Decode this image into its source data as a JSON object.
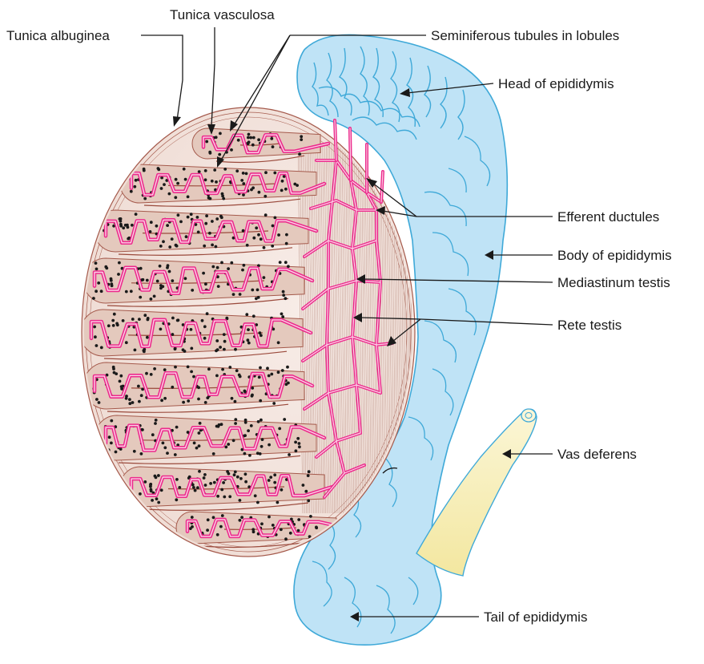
{
  "labels": {
    "tunica_albuginea": "Tunica albuginea",
    "tunica_vasculosa": "Tunica vasculosa",
    "seminiferous_tubules": "Seminiferous tubules in lobules",
    "head_of_epididymis": "Head of epididymis",
    "efferent_ductules": "Efferent ductules",
    "body_of_epididymis": "Body of epididymis",
    "mediastinum_testis": "Mediastinum testis",
    "rete_testis": "Rete testis",
    "vas_deferens": "Vas deferens",
    "tail_of_epididymis": "Tail of epididymis"
  },
  "colors": {
    "epididymis_fill": "#bfe3f6",
    "epididymis_stroke": "#3fa9d8",
    "lobule_fill": "#e4c9bd",
    "tubule_pink": "#ec2a8c",
    "albuginea_stroke": "#a55a4c",
    "vas_fill": "#f6eeb0"
  }
}
